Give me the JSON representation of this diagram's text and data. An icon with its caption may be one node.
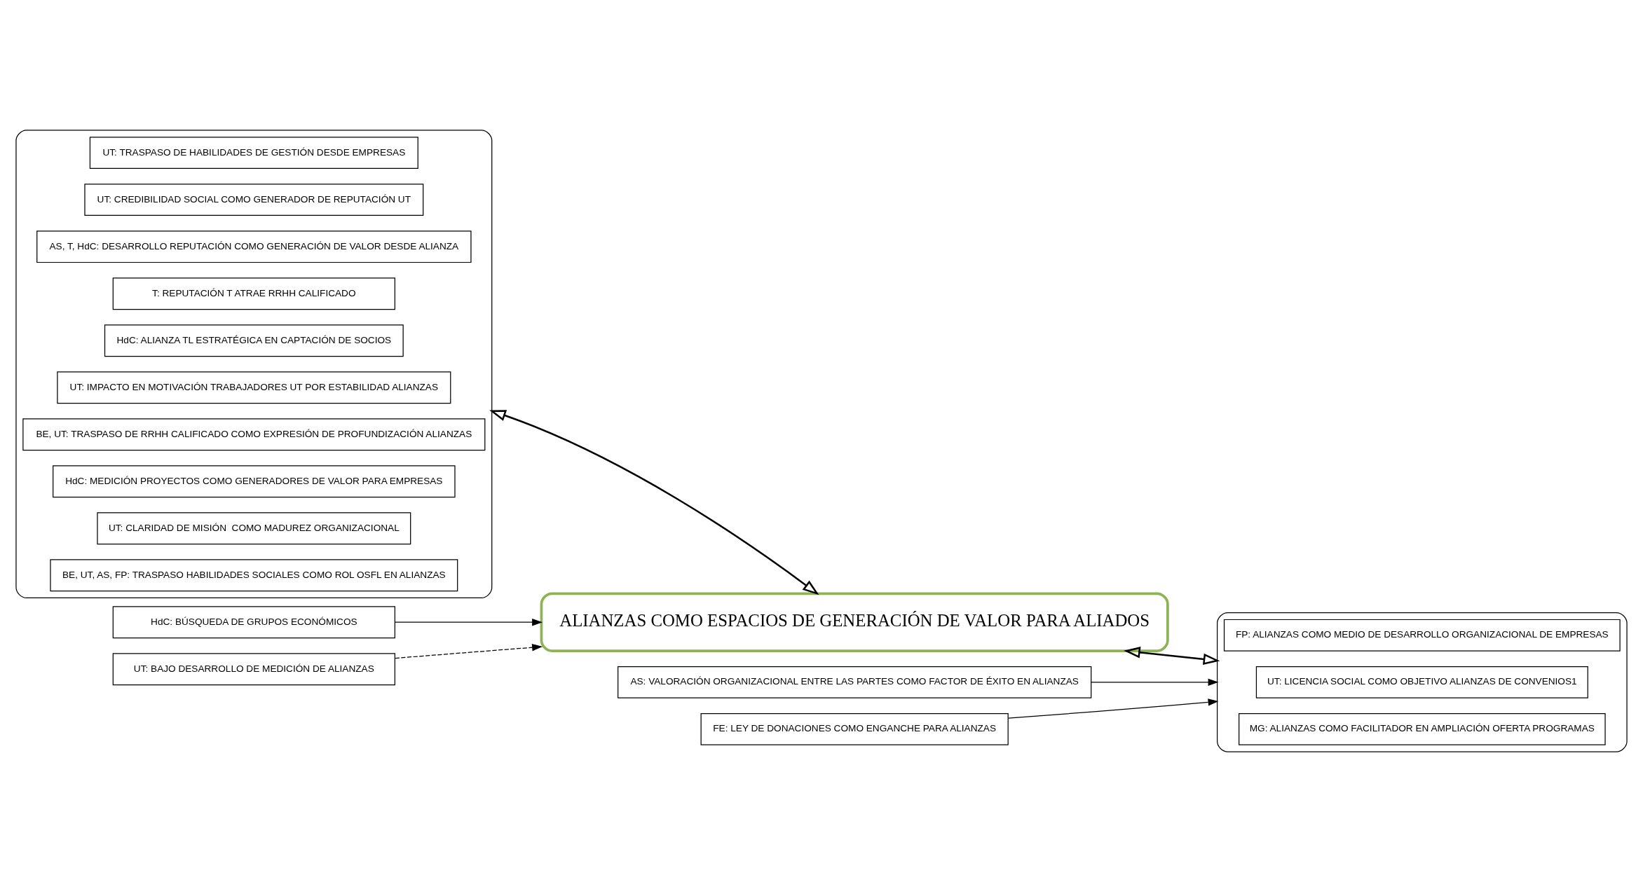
{
  "diagram": {
    "nodes": [
      {
        "text": [],
        "shape": "brace"
      },
      {
        "text": [
          "UT: TRASPASO DE HABILIDADES DE GESTIÓN DESDE EMPRESAS"
        ],
        "in": 0
      },
      {
        "text": [
          "UT: CREDIBILIDAD SOCIAL COMO GENERADOR DE REPUTACIÓN UT"
        ],
        "in": 0
      },
      {
        "text": [
          "AS, T, HdC: DESARROLLO REPUTACIÓN COMO GENERACIÓN DE VALOR DESDE ALIANZA"
        ],
        "in": 0
      },
      {
        "text": [
          "T: REPUTACIÓN T ATRAE RRHH CALIFICADO"
        ],
        "in": 0
      },
      {
        "text": [
          "HdC: ALIANZA TL ESTRATÉGICA EN CAPTACIÓN DE SOCIOS"
        ],
        "in": 0
      },
      {
        "text": [
          "UT: IMPACTO EN MOTIVACIÓN TRABAJADORES UT POR ESTABILIDAD ALIANZAS"
        ],
        "in": 0
      },
      {
        "text": [
          "BE, UT: TRASPASO DE RRHH CALIFICADO COMO EXPRESIÓN DE PROFUNDIZACIÓN ALIANZAS"
        ],
        "in": 0
      },
      {
        "text": [
          "HdC: MEDICIÓN PROYECTOS COMO GENERADORES DE VALOR PARA EMPRESAS"
        ],
        "in": 0
      },
      {
        "text": [
          "UT: CLARIDAD DE MISIÓN  COMO MADUREZ ORGANIZACIONAL"
        ],
        "in": 0
      },
      {
        "text": [
          "BE, UT, AS, FP: TRASPASO HABILIDADES SOCIALES COMO ROL OSFL EN ALIANZAS"
        ],
        "in": 0
      },
      {
        "text": [
          "AS: VALORACIÓN ORGANIZACIONAL ENTRE LAS PARTES COMO FACTOR DE ÉXITO EN ALIANZAS"
        ]
      },
      {
        "text": [
          "FE: LEY DE DONACIONES COMO ENGANCHE PARA ALIANZAS"
        ]
      },
      {
        "text": [
          "HdC: BÚSQUEDA DE GRUPOS ECONÓMICOS"
        ]
      },
      {
        "text": [
          "ALIANZAS COMO ESPACIOS DE GENERACIÓN DE VALOR PARA ALIADOS"
        ]
      },
      {
        "text": [],
        "shape": "brace"
      },
      {
        "text": [
          "FP: ALIANZAS COMO MEDIO DE DESARROLLO ORGANIZACIONAL DE EMPRESAS"
        ],
        "in": 15
      },
      {
        "text": [
          "UT: LICENCIA SOCIAL COMO OBJETIVO ALIANZAS DE CONVENIOS1"
        ],
        "in": 15
      },
      {
        "text": [
          "MG: ALIANZAS COMO FACILITADOR EN AMPLIACIÓN OFERTA PROGRAMAS"
        ],
        "in": 15
      },
      {
        "text": [
          "UT: BAJO DESARROLLO DE MEDICIÓN DE ALIANZAS"
        ]
      }
    ],
    "edges": [
      {
        "from": 0,
        "to": 14,
        "arrow": "both"
      },
      {
        "from": 14,
        "to": 15,
        "arrow": "both"
      },
      {
        "from": 13,
        "to": 14,
        "arrow": "to"
      },
      {
        "from": 11,
        "to": 15,
        "arrow": "to"
      },
      {
        "from": 12,
        "to": 15,
        "arrow": "to"
      },
      {
        "from": 19,
        "to": 14,
        "arrow": "to",
        "style": "dashed"
      }
    ]
  }
}
